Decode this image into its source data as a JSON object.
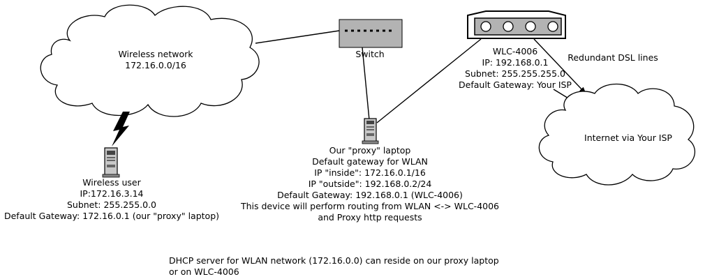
{
  "wireless_network": {
    "name": "Wireless network",
    "subnet": "172.16.0.0/16"
  },
  "switch": {
    "label": "Switch"
  },
  "router": {
    "name": "WLC-4006",
    "ip": "IP: 192.168.0.1",
    "subnet": "Subnet: 255.255.255.0",
    "gateway": "Default Gateway: Your ISP"
  },
  "dsl": {
    "label": "Redundant DSL lines"
  },
  "internet": {
    "label": "Internet via Your ISP"
  },
  "wireless_user": {
    "line1": "Wireless user",
    "line2": "IP:172.16.3.14",
    "line3": "Subnet: 255.255.0.0",
    "line4": "Default Gateway: 172.16.0.1 (our \"proxy\" laptop)"
  },
  "proxy": {
    "line1": "Our \"proxy\" laptop",
    "line2": "Default gateway for WLAN",
    "line3": "IP \"inside\": 172.16.0.1/16",
    "line4": "IP \"outside\": 192.168.0.2/24",
    "line5": "Default Gateway: 192.168.0.1 (WLC-4006)",
    "line6": "This device will perform routing from WLAN <-> WLC-4006",
    "line7": "and Proxy http requests"
  },
  "dhcp_note": {
    "line1": "DHCP server for WLAN network (172.16.0.0) can reside on our proxy laptop",
    "line2": "or on WLC-4006"
  }
}
